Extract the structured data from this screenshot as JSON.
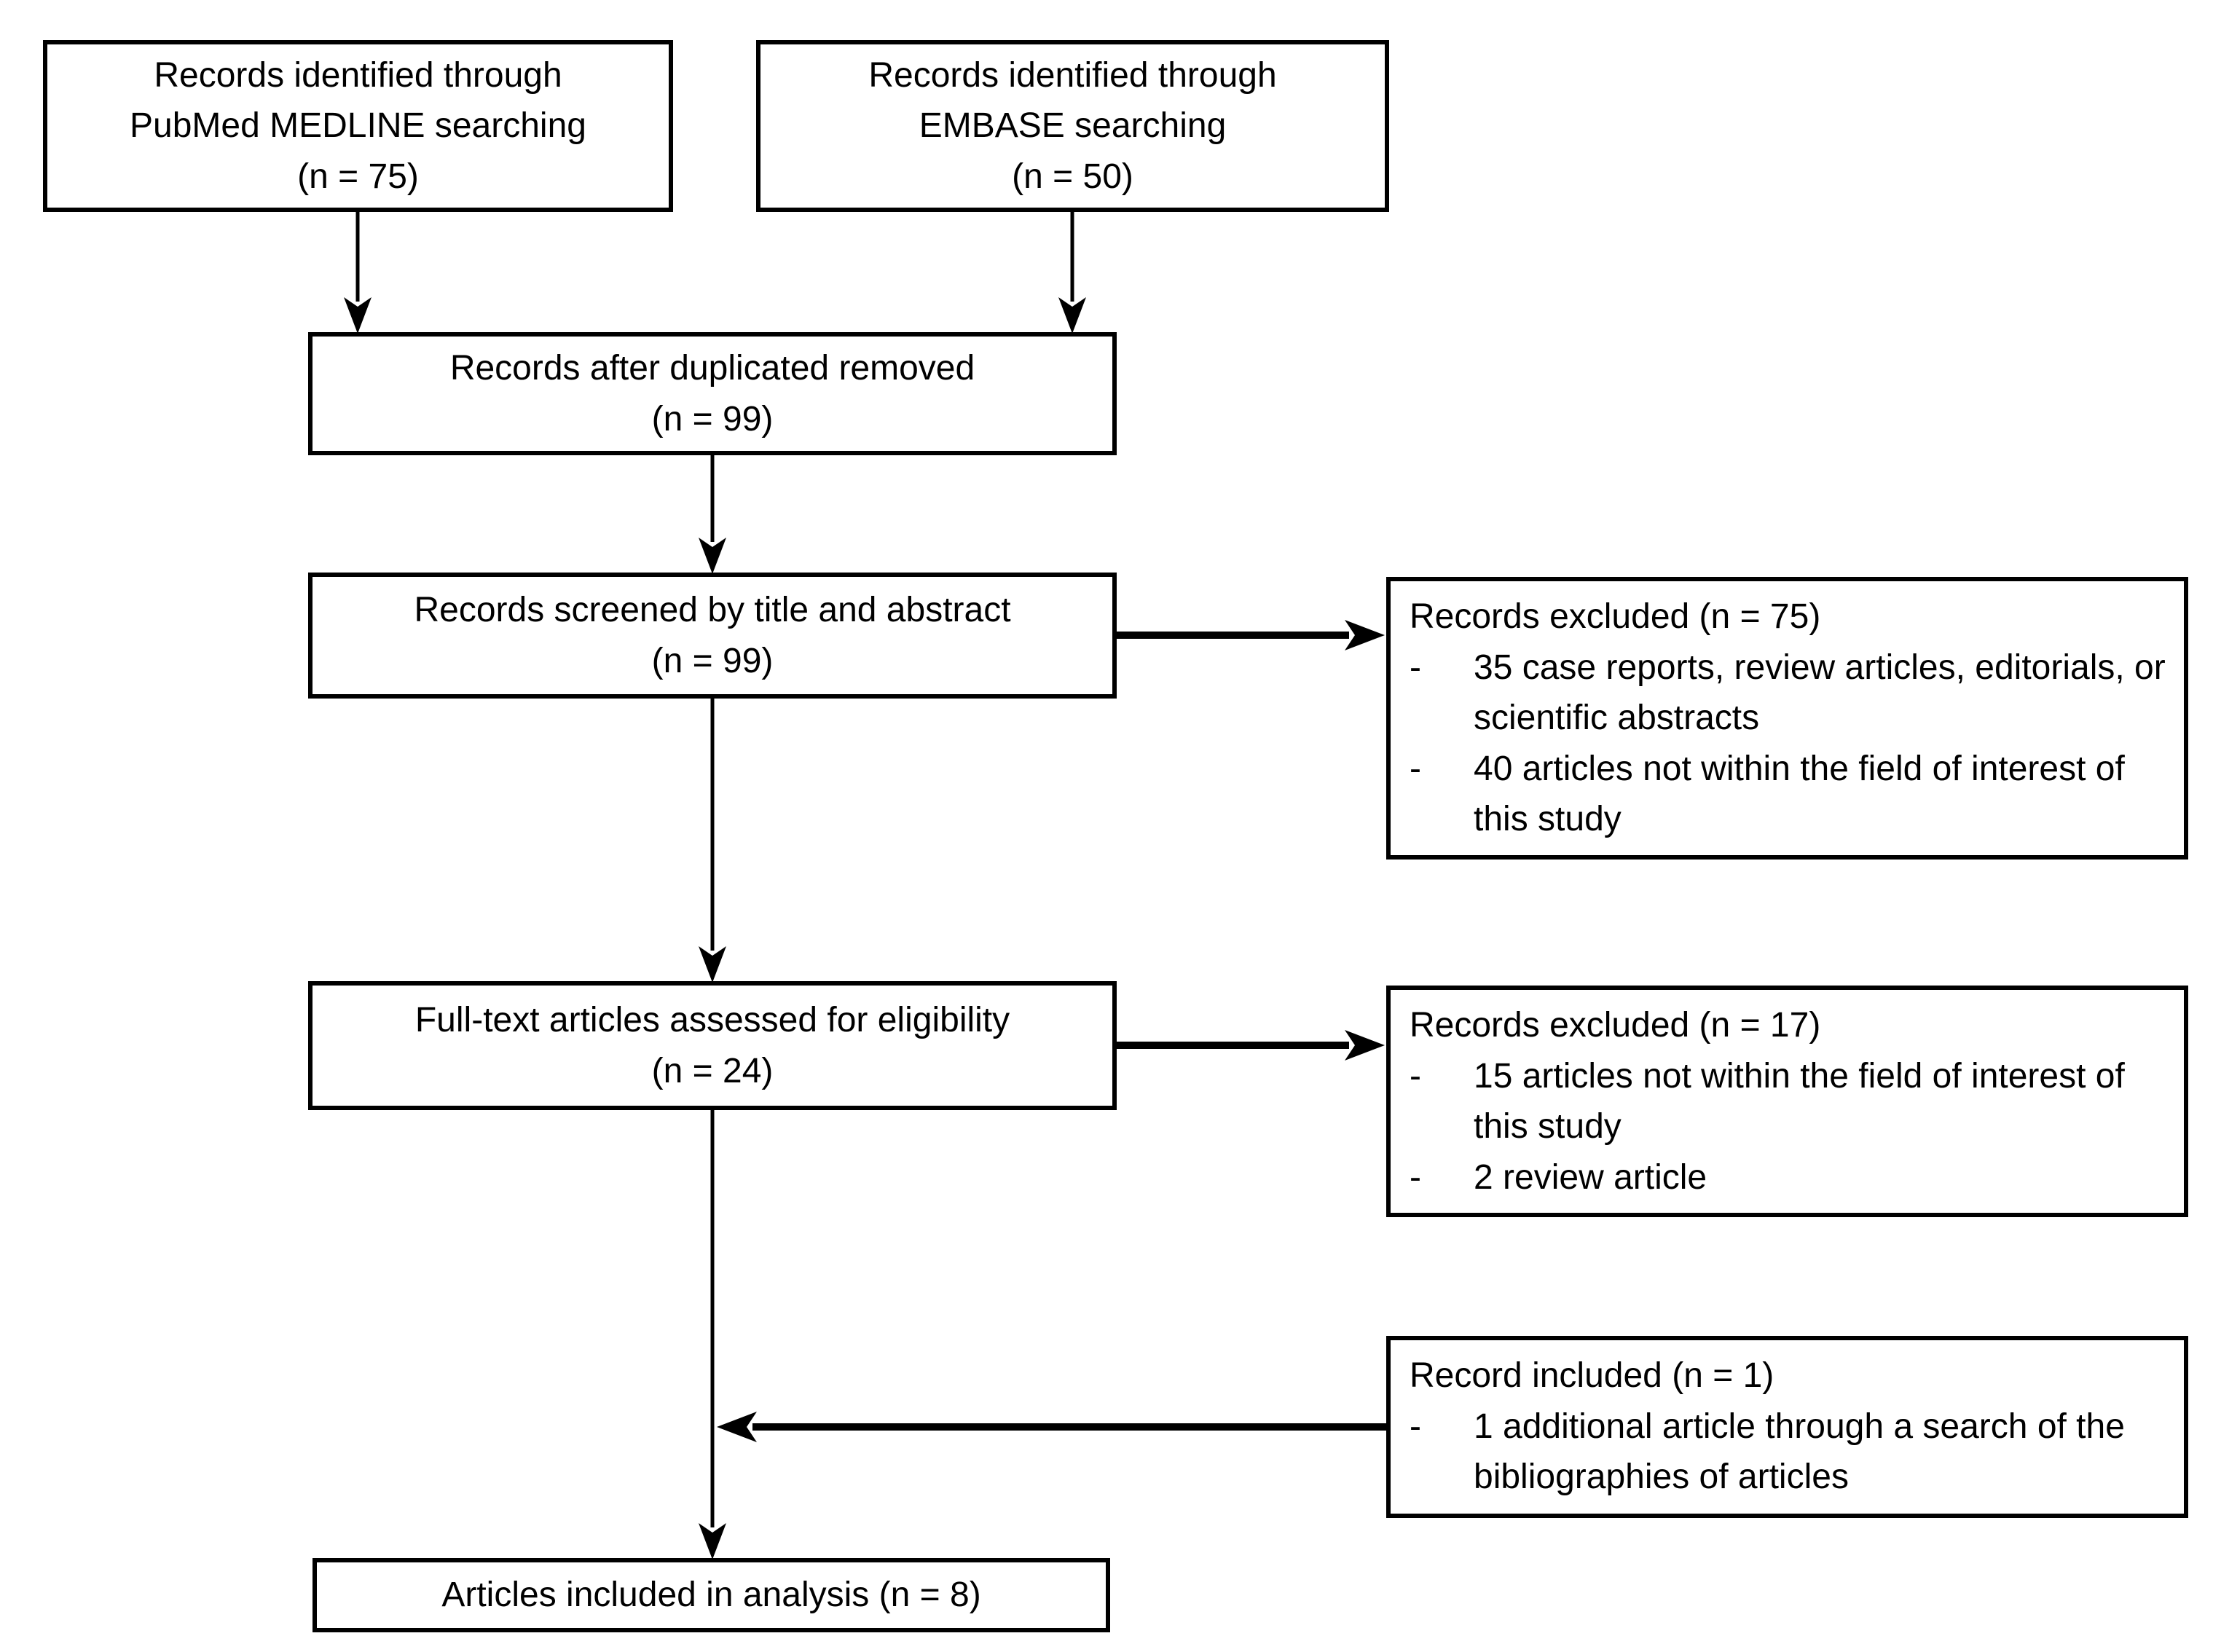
{
  "figure": {
    "background_color": "#ffffff",
    "line_color": "#000000",
    "bullet_marker": "-",
    "boxes": {
      "pubmed": {
        "lines": [
          "Records identified through",
          "PubMed MEDLINE searching",
          "(n = 75)"
        ]
      },
      "embase": {
        "lines": [
          "Records identified through",
          "EMBASE searching",
          "(n = 50)"
        ]
      },
      "duplicates_removed": {
        "lines": [
          "Records after duplicated removed",
          "(n = 99)"
        ]
      },
      "screened": {
        "lines": [
          "Records screened by title and abstract",
          "(n = 99)"
        ]
      },
      "excluded_screening": {
        "title": "Records excluded (n = 75)",
        "bullets": [
          "35 case reports, review articles, editorials, or scientific abstracts",
          "40 articles not within the field of interest of this study"
        ]
      },
      "fulltext": {
        "lines": [
          "Full-text articles assessed for eligibility",
          "(n = 24)"
        ]
      },
      "excluded_fulltext": {
        "title": "Records excluded (n = 17)",
        "bullets": [
          "15 articles not within the field of interest of this study",
          "2 review article"
        ]
      },
      "record_included": {
        "title": "Record included (n = 1)",
        "bullets": [
          "1 additional article through  a search of the bibliographies of articles"
        ]
      },
      "final": {
        "lines": [
          "Articles included in analysis (n = 8)"
        ]
      }
    }
  }
}
